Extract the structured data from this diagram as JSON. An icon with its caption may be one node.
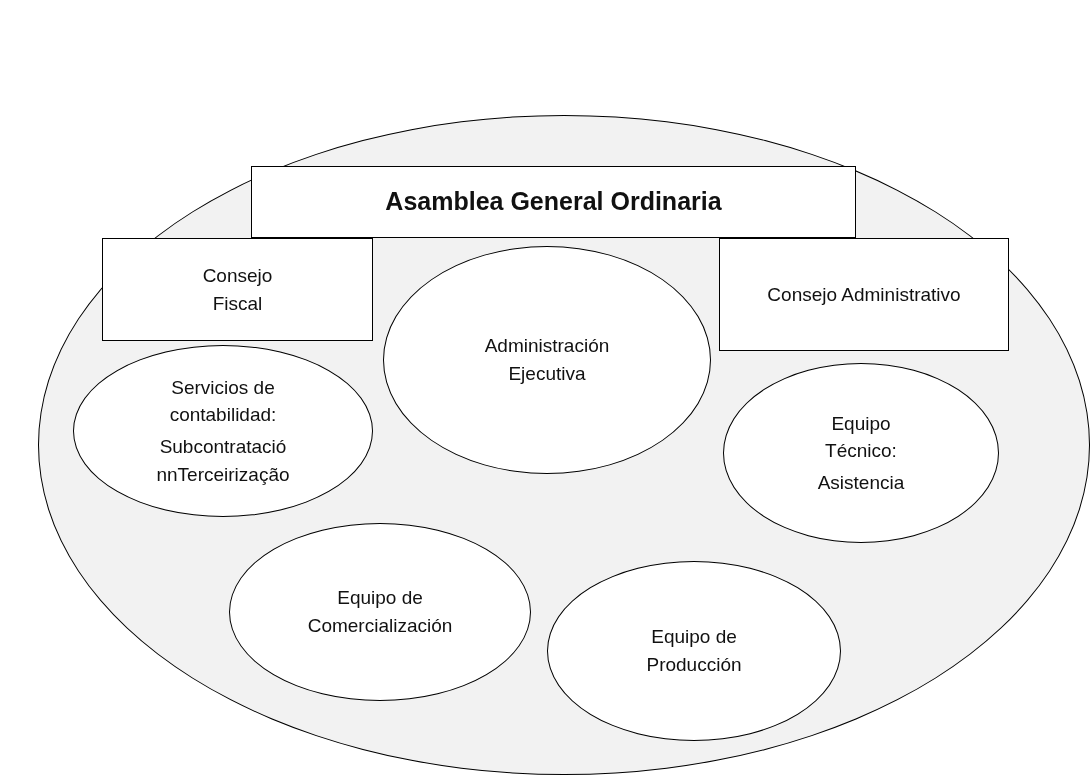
{
  "diagram": {
    "nodes": [
      {
        "text": [],
        "shape": "circle"
      },
      {
        "text": [
          "Asamblea General Ordinaria"
        ],
        "in": 0
      },
      {
        "text": [
          "Consejo Fiscal"
        ],
        "in": 0
      },
      {
        "text": [
          "Administración Ejecutiva"
        ],
        "in": 0
      },
      {
        "text": [
          "Consejo Administrativo"
        ],
        "in": 0
      },
      {
        "text": [
          "Servicios de contabilidad:",
          "Subcontratació nnTerceirização"
        ],
        "in": 0
      },
      {
        "text": [
          "Equipo Técnico:",
          "Asistencia"
        ],
        "in": 0
      },
      {
        "text": [
          "Equipo de Comercialización"
        ],
        "in": 0
      },
      {
        "text": [
          "Equipo de Producción"
        ],
        "in": 0
      }
    ]
  }
}
